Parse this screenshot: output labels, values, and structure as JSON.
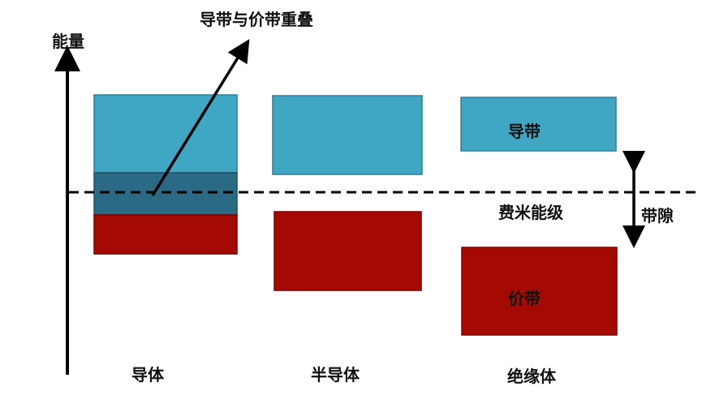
{
  "title": "导带与价带重叠",
  "axis_label": "能量",
  "fermi_label": "费米能级",
  "band_gap_label": "带隙",
  "conduction_band_label": "导带",
  "valence_band_label": "价带",
  "materials": [
    "导体",
    "半导体",
    "绝缘体"
  ],
  "colors": {
    "conduction": "#3fa6c4",
    "overlap": "#2b6a84",
    "valence": "#a50a02"
  }
}
